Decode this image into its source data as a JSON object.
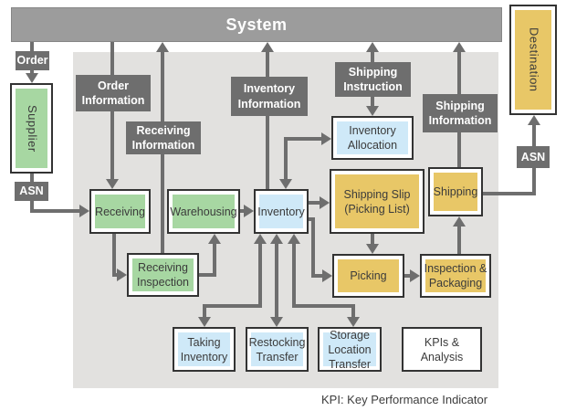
{
  "system": {
    "label": "System"
  },
  "labels": {
    "order": "Order",
    "asn_left": "ASN",
    "asn_right": "ASN",
    "order_information": "Order Information",
    "receiving_information": "Receiving Information",
    "inventory_information": "Inventory Information",
    "shipping_instruction": "Shipping Instruction",
    "shipping_information": "Shipping Information"
  },
  "nodes": {
    "supplier": "Supplier",
    "destination": "Destination",
    "receiving": "Receiving",
    "warehousing": "Warehousing",
    "inventory": "Inventory",
    "receiving_inspection": "Receiving Inspection",
    "inventory_allocation": "Inventory Allocation",
    "shipping_slip": "Shipping Slip (Picking List)",
    "shipping": "Shipping",
    "picking": "Picking",
    "inspection_packaging": "Inspection & Packaging",
    "taking_inventory": "Taking Inventory",
    "restocking_transfer": "Restocking Transfer",
    "storage_location_transfer": "Storage Location Transfer",
    "kpis_analysis": "KPIs & Analysis"
  },
  "caption": "KPI: Key Performance Indicator",
  "colors": {
    "system_bar": "#9c9c9c",
    "label_gray": "#6e6e6e",
    "arrow_gray": "#6e6e6e",
    "panel_background": "#e2e1df",
    "process_green": "#a7d7a2",
    "process_blue": "#cfe9f8",
    "process_yellow": "#e8c767",
    "box_border": "#333333"
  }
}
